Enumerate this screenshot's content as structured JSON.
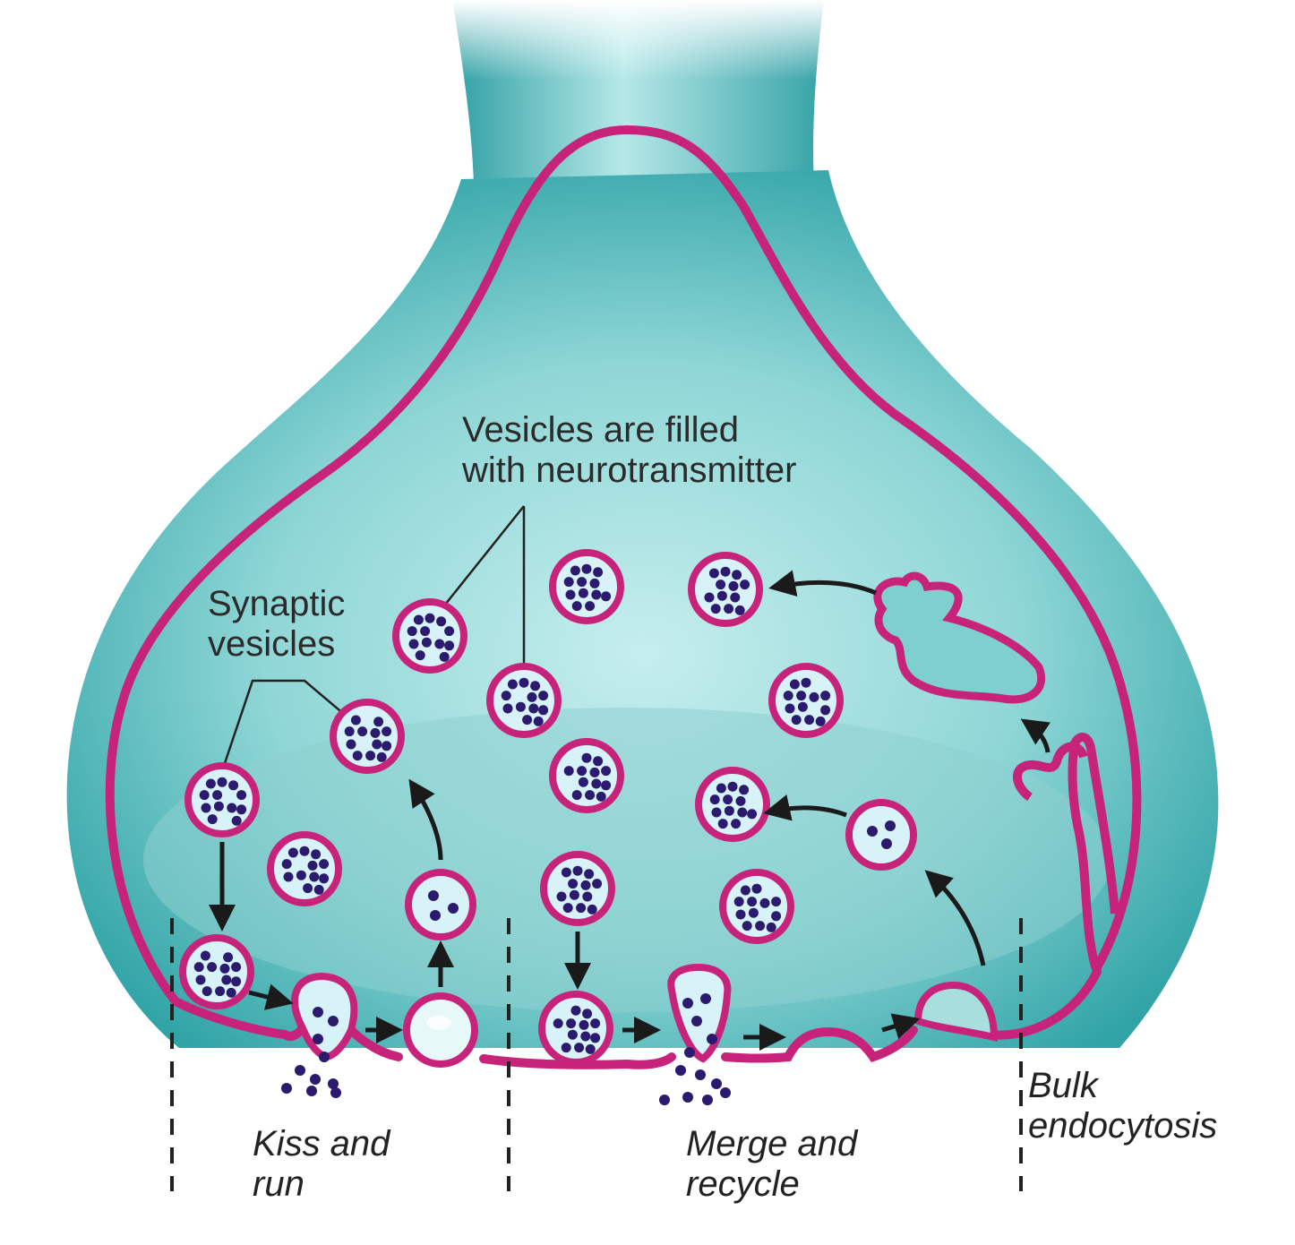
{
  "colors": {
    "cytoplasm": "#7fcfcf",
    "terminal_dark": "#2fa8a8",
    "terminal_light": "#c2ecec",
    "membrane": "#c8237a",
    "vesicle_fill": "#d7f3f8",
    "neurotransmitter": "#2b1a6e",
    "arrow": "#1a1a1a",
    "text": "#2b2b2b"
  },
  "labels": {
    "filled": {
      "line1": "Vesicles are filled",
      "line2": "with neurotransmitter"
    },
    "synaptic": {
      "line1": "Synaptic",
      "line2": "vesicles"
    },
    "kiss": {
      "line1": "Kiss and",
      "line2": "run"
    },
    "merge": {
      "line1": "Merge and",
      "line2": "recycle"
    },
    "bulk": {
      "line1": "Bulk",
      "line2": "endocytosis"
    }
  }
}
